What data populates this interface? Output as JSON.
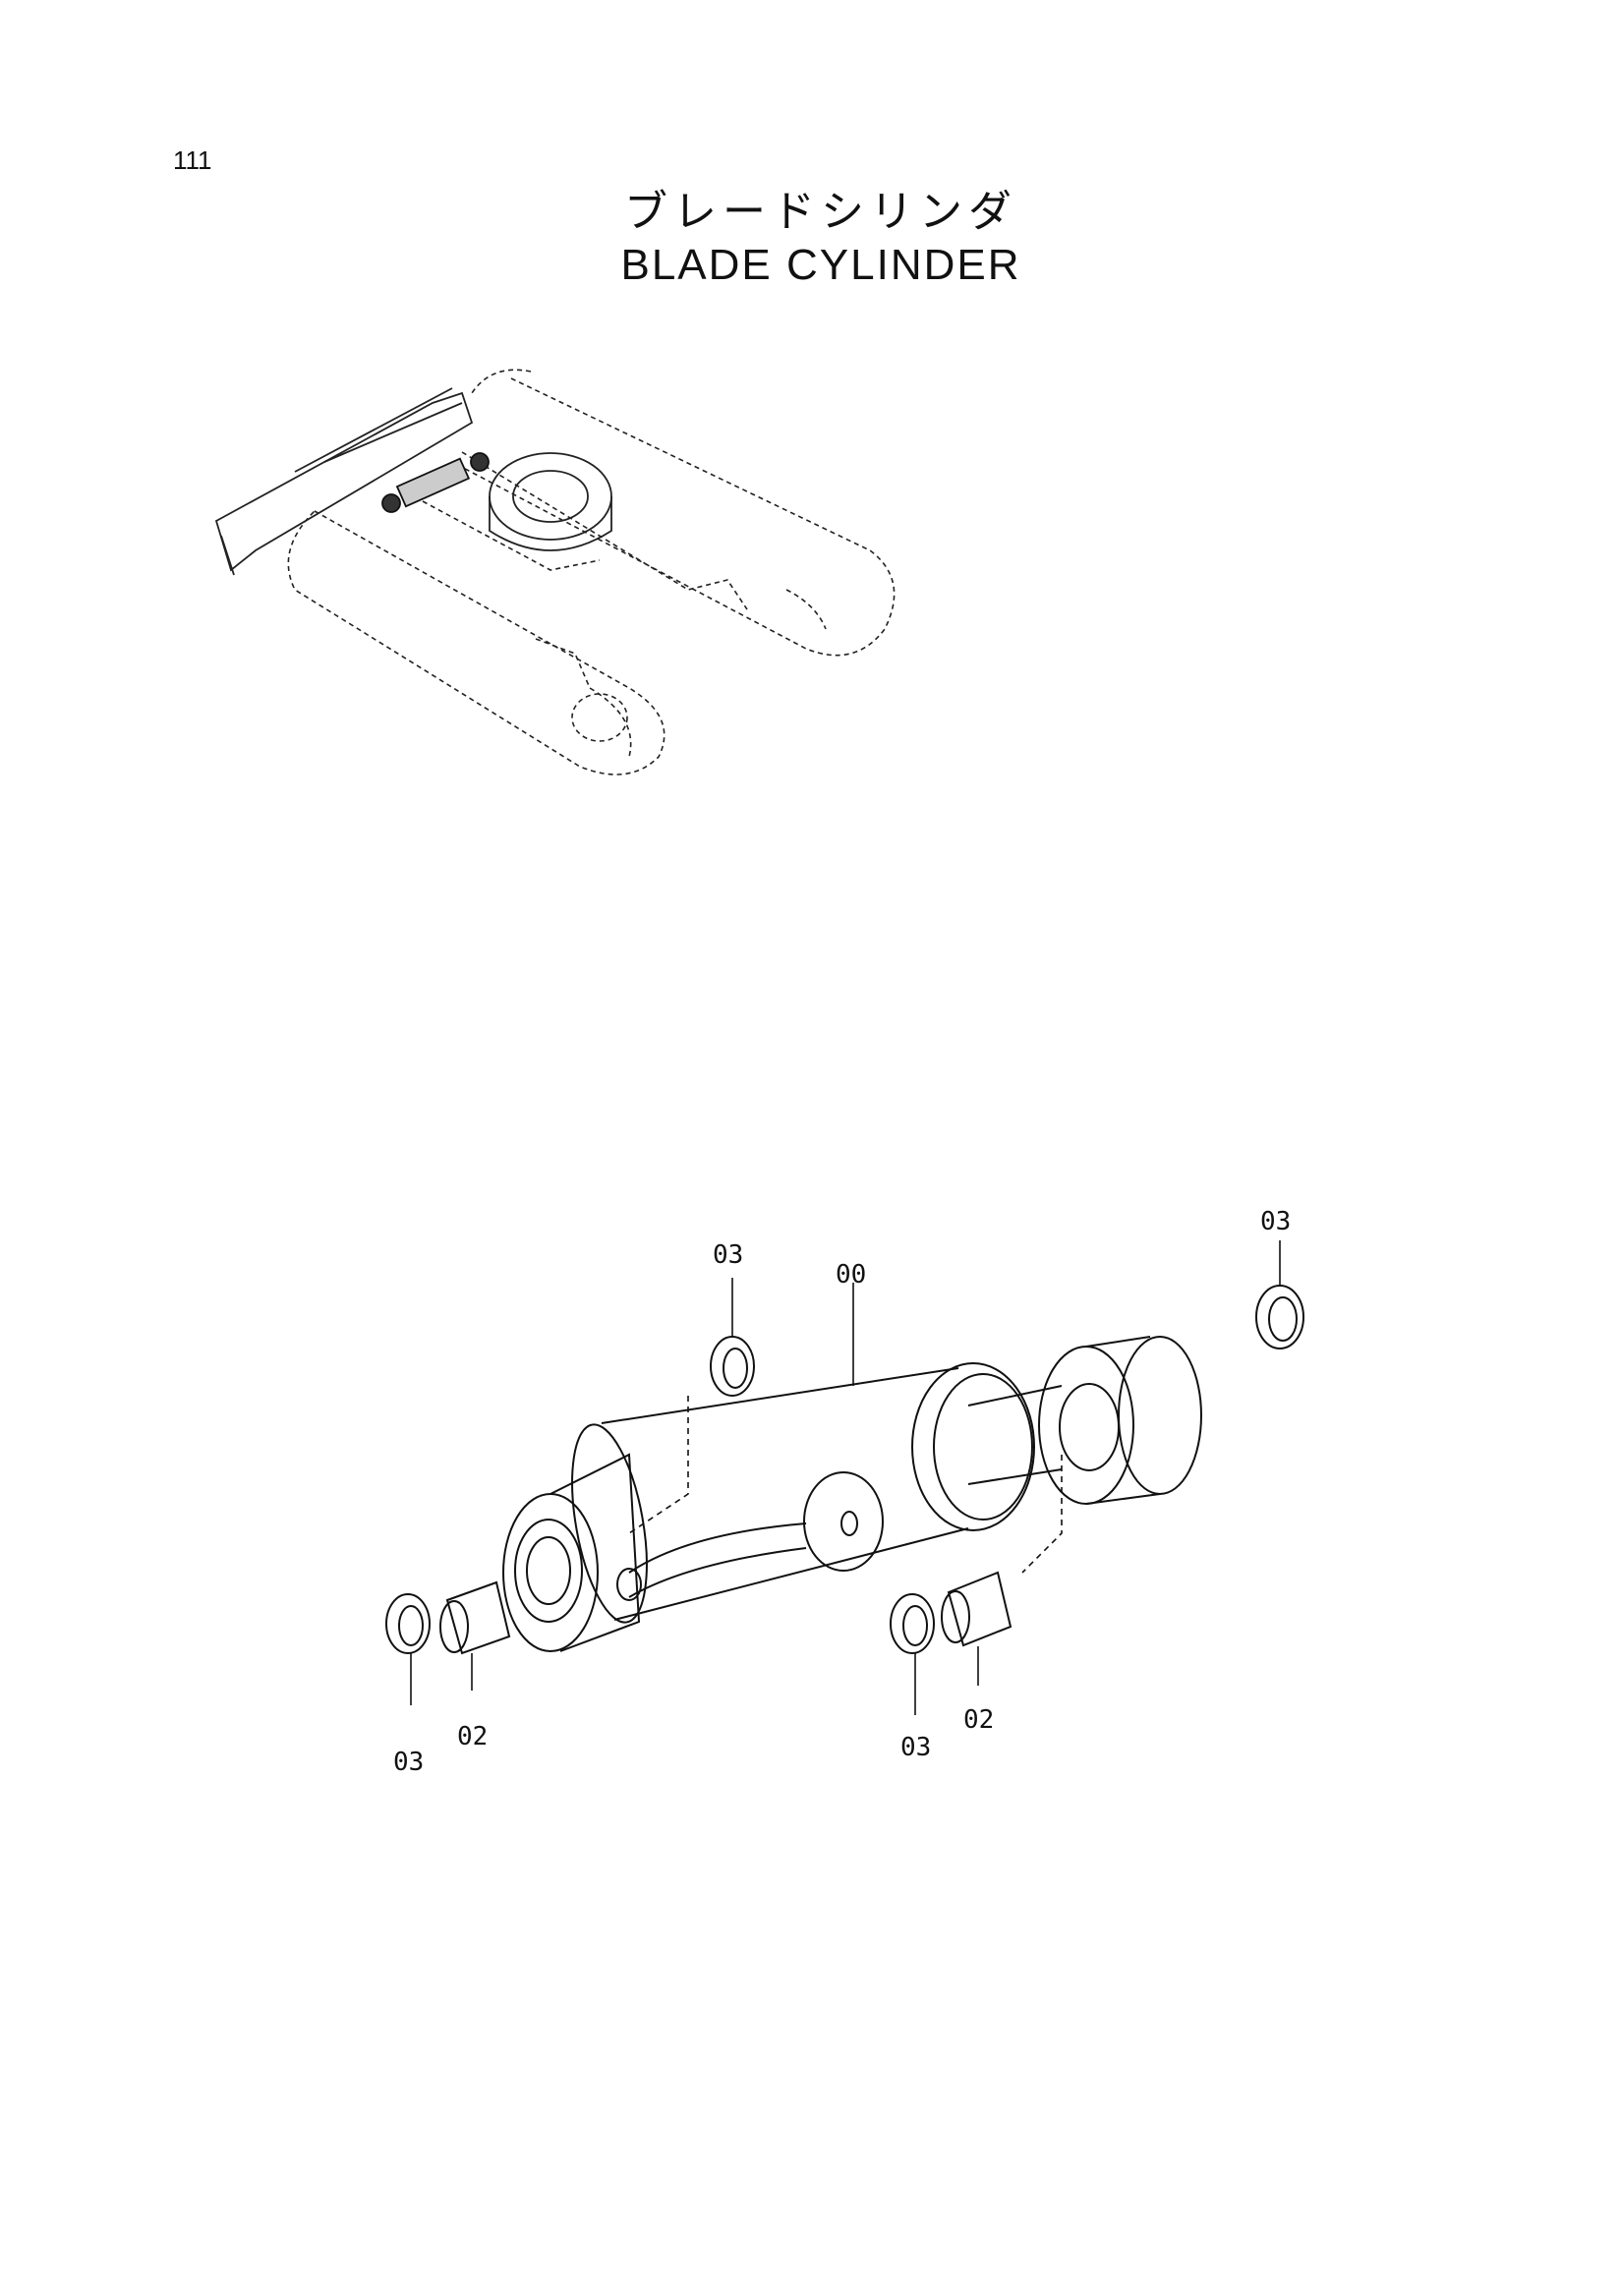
{
  "page": {
    "number": "111"
  },
  "title": {
    "japanese": "ブレードシリンダ",
    "english": "BLADE CYLINDER"
  },
  "callouts": [
    {
      "id": "c1",
      "text": "03"
    },
    {
      "id": "c2",
      "text": "00"
    },
    {
      "id": "c3",
      "text": "03"
    },
    {
      "id": "c4",
      "text": "03"
    },
    {
      "id": "c5",
      "text": "02"
    },
    {
      "id": "c6",
      "text": "03"
    },
    {
      "id": "c7",
      "text": "02"
    }
  ]
}
